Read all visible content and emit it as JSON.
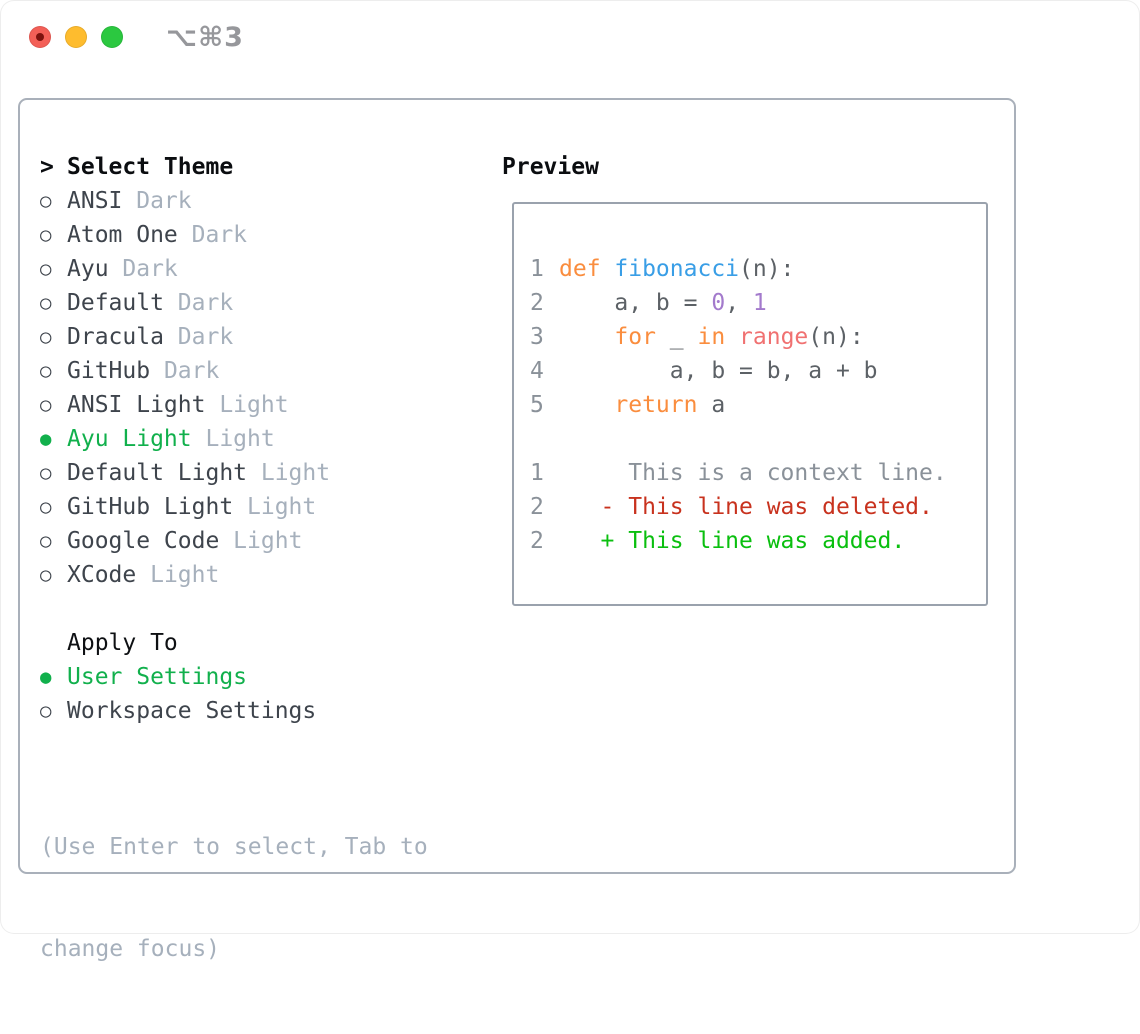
{
  "window": {
    "title": "⌥⌘3"
  },
  "icons": {
    "radio_selected": "●",
    "radio_unselected": "○",
    "header_prefix": ">"
  },
  "colors": {
    "selection_green": "#11b04c",
    "keyword": "#fa8d3e",
    "function": "#399ee6",
    "number": "#a37acc",
    "builtin": "#f07171",
    "plain": "#5c6166",
    "line_number": "#8a9199",
    "context": "#8a9199",
    "deleted": "#c8321e",
    "added": "#0abf0f",
    "muted": "#a6b0bc",
    "text_dark": "#3e444c",
    "traffic_red": "#f35f57",
    "traffic_yellow": "#febc2e",
    "traffic_green": "#2bc840"
  },
  "theme_list": {
    "header": "Select Theme",
    "items": [
      {
        "name": "ANSI",
        "variant": "Dark",
        "selected": false
      },
      {
        "name": "Atom One",
        "variant": "Dark",
        "selected": false
      },
      {
        "name": "Ayu",
        "variant": "Dark",
        "selected": false
      },
      {
        "name": "Default",
        "variant": "Dark",
        "selected": false
      },
      {
        "name": "Dracula",
        "variant": "Dark",
        "selected": false
      },
      {
        "name": "GitHub",
        "variant": "Dark",
        "selected": false
      },
      {
        "name": "ANSI Light",
        "variant": "Light",
        "selected": false
      },
      {
        "name": "Ayu Light",
        "variant": "Light",
        "selected": true
      },
      {
        "name": "Default Light",
        "variant": "Light",
        "selected": false
      },
      {
        "name": "GitHub Light",
        "variant": "Light",
        "selected": false
      },
      {
        "name": "Google Code",
        "variant": "Light",
        "selected": false
      },
      {
        "name": "XCode",
        "variant": "Light",
        "selected": false
      }
    ]
  },
  "apply_to": {
    "header": "Apply To",
    "options": [
      {
        "name": "User Settings",
        "selected": true
      },
      {
        "name": "Workspace Settings",
        "selected": false
      }
    ]
  },
  "hint": [
    "(Use Enter to select, Tab to",
    "change focus)"
  ],
  "preview": {
    "header": "Preview",
    "code_lines": [
      {
        "num": "1",
        "tokens": [
          {
            "t": "def ",
            "c": "keyword"
          },
          {
            "t": "fibonacci",
            "c": "function"
          },
          {
            "t": "(n):",
            "c": "plain"
          }
        ]
      },
      {
        "num": "2",
        "tokens": [
          {
            "t": "    a, b = ",
            "c": "plain"
          },
          {
            "t": "0",
            "c": "number"
          },
          {
            "t": ", ",
            "c": "plain"
          },
          {
            "t": "1",
            "c": "number"
          }
        ]
      },
      {
        "num": "3",
        "tokens": [
          {
            "t": "    ",
            "c": "plain"
          },
          {
            "t": "for",
            "c": "keyword"
          },
          {
            "t": " _ ",
            "c": "plain"
          },
          {
            "t": "in",
            "c": "keyword"
          },
          {
            "t": " ",
            "c": "plain"
          },
          {
            "t": "range",
            "c": "builtin"
          },
          {
            "t": "(n):",
            "c": "plain"
          }
        ]
      },
      {
        "num": "4",
        "tokens": [
          {
            "t": "        a, b = b, a + b",
            "c": "plain"
          }
        ]
      },
      {
        "num": "5",
        "tokens": [
          {
            "t": "    ",
            "c": "plain"
          },
          {
            "t": "return",
            "c": "keyword"
          },
          {
            "t": " a",
            "c": "plain"
          }
        ]
      },
      {
        "num": "",
        "tokens": []
      },
      {
        "num": "1",
        "tokens": [
          {
            "t": "     This is a context line.",
            "c": "context"
          }
        ]
      },
      {
        "num": "2",
        "tokens": [
          {
            "t": "   - This line was deleted.",
            "c": "deleted"
          }
        ]
      },
      {
        "num": "2",
        "tokens": [
          {
            "t": "   + This line was added.",
            "c": "added"
          }
        ]
      }
    ]
  }
}
